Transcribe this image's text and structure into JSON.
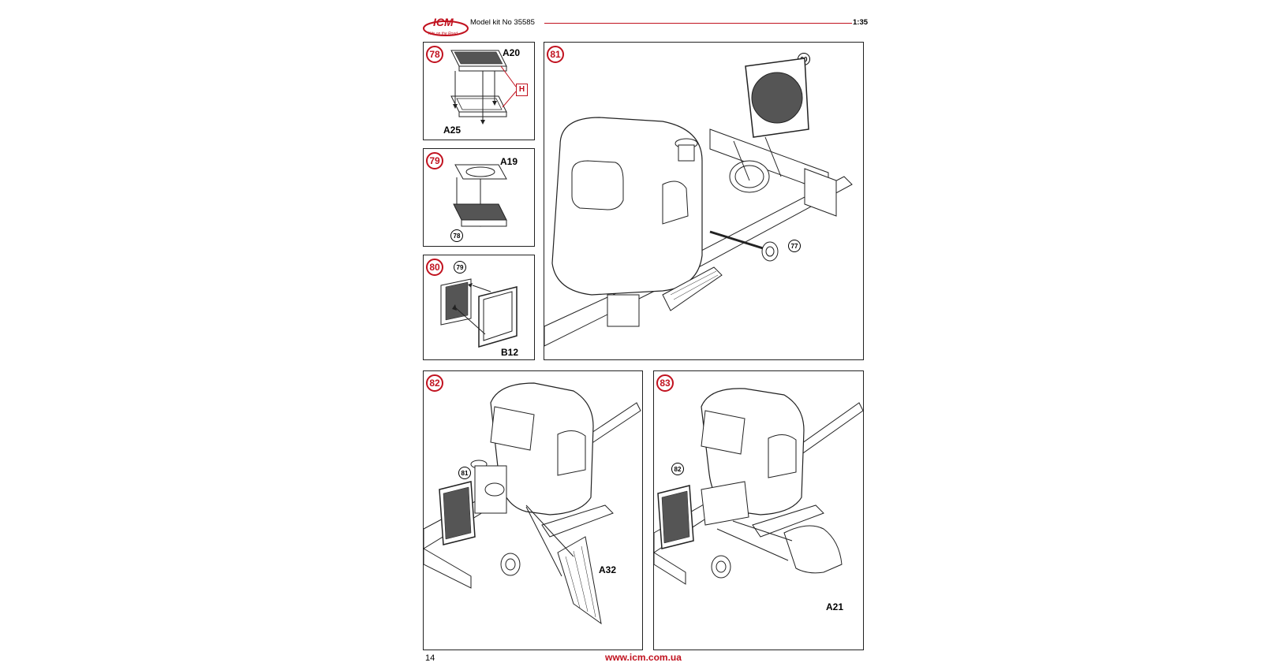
{
  "header": {
    "brand": "ICM",
    "brand_tagline": "Kits on the Road",
    "model_kit": "Model kit No 35585",
    "scale": "1:35"
  },
  "colors": {
    "accent": "#c1121f",
    "line": "#222222"
  },
  "steps": {
    "s78": {
      "number": "78",
      "parts": [
        "A20",
        "A25"
      ],
      "option_label": "H"
    },
    "s79": {
      "number": "79",
      "parts": [
        "A19"
      ],
      "ref": "78"
    },
    "s80": {
      "number": "80",
      "parts": [
        "B12"
      ],
      "ref": "79"
    },
    "s81": {
      "number": "81",
      "refs": [
        "80",
        "77"
      ]
    },
    "s82": {
      "number": "82",
      "parts": [
        "A32"
      ],
      "ref": "81"
    },
    "s83": {
      "number": "83",
      "parts": [
        "A21"
      ],
      "ref": "82"
    }
  },
  "footer": {
    "page_number": "14",
    "website": "www.icm.com.ua"
  }
}
